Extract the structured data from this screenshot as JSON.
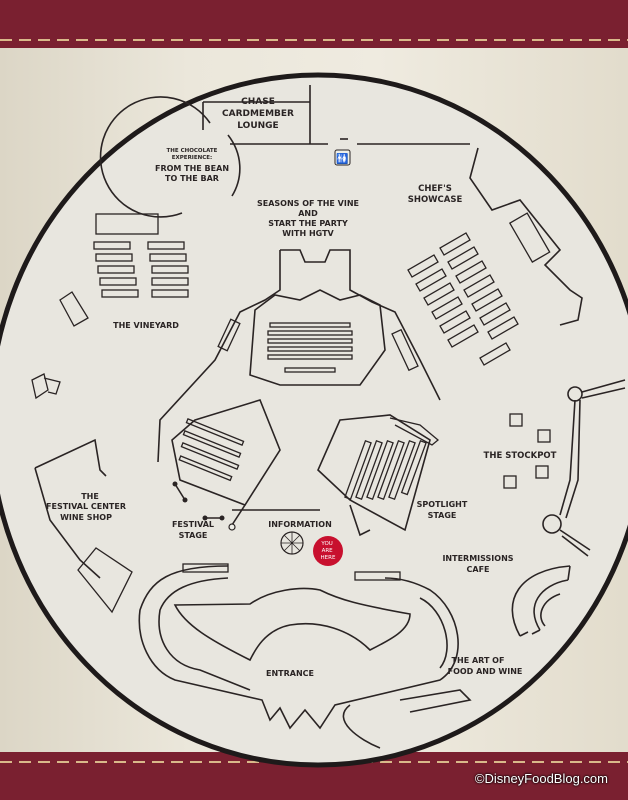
{
  "colors": {
    "band": "#7a2030",
    "stitch": "#d9b98a",
    "marker": "#c8102e",
    "ink": "#2a2424"
  },
  "labels": {
    "chase": [
      "CHASE",
      "CARDMEMBER",
      "LOUNGE"
    ],
    "chocolate_small": [
      "THE CHOCOLATE",
      "EXPERIENCE:"
    ],
    "chocolate_big": [
      "FROM THE BEAN",
      "TO THE BAR"
    ],
    "seasons": [
      "SEASONS OF THE VINE",
      "AND",
      "START THE PARTY",
      "WITH HGTV"
    ],
    "chefs": [
      "CHEF'S",
      "SHOWCASE"
    ],
    "vineyard": "THE VINEYARD",
    "stockpot": "THE STOCKPOT",
    "wine_shop": [
      "THE",
      "FESTIVAL CENTER",
      "WINE SHOP"
    ],
    "festival_stage": [
      "FESTIVAL",
      "STAGE"
    ],
    "information": "INFORMATION",
    "spotlight": [
      "SPOTLIGHT",
      "STAGE"
    ],
    "intermissions": [
      "INTERMISSIONS",
      "CAFE"
    ],
    "entrance": "ENTRANCE",
    "art": [
      "THE ART OF",
      "FOOD AND WINE"
    ],
    "you_are_here": [
      "YOU",
      "ARE",
      "HERE"
    ]
  },
  "icons": {
    "restroom": "restroom-icon",
    "information": "information-kiosk-icon",
    "marker": "you-are-here-marker"
  },
  "credit": "©DisneyFoodBlog.com"
}
